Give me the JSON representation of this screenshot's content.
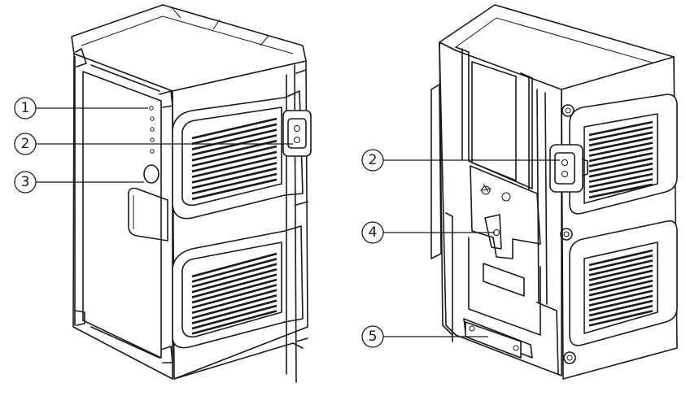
{
  "callouts": [
    {
      "id": "c1",
      "label": "1"
    },
    {
      "id": "c2a",
      "label": "2"
    },
    {
      "id": "c3",
      "label": "3"
    },
    {
      "id": "c2b",
      "label": "2"
    },
    {
      "id": "c4",
      "label": "4"
    },
    {
      "id": "c5",
      "label": "5"
    }
  ]
}
